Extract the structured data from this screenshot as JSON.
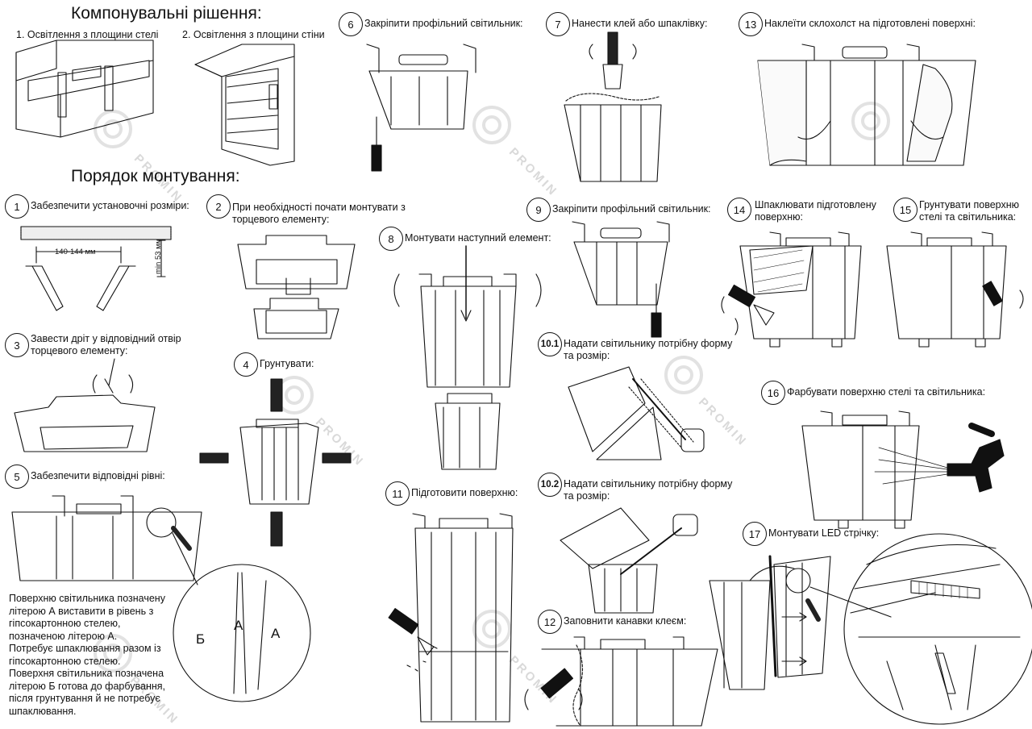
{
  "headings": {
    "layout": "Компонувальні рішення:",
    "order": "Порядок монтування:"
  },
  "layout_options": [
    "1. Освітлення з площини стелі",
    "2. Освітлення з площини стіни"
  ],
  "steps": [
    {
      "n": "1",
      "text": "Забезпечити установочні розміри:"
    },
    {
      "n": "2",
      "text": "При необхідності почати монтувати з",
      "text2": "торцевого елементу:"
    },
    {
      "n": "3",
      "text": "Завести дріт у відповідний отвір",
      "text2": "торцевого елементу:"
    },
    {
      "n": "4",
      "text": "Грунтувати:"
    },
    {
      "n": "5",
      "text": "Забезпечити відповідні рівні:"
    },
    {
      "n": "6",
      "text": "Закріпити профільний світильник:"
    },
    {
      "n": "7",
      "text": "Нанести клей або шпаклівку:"
    },
    {
      "n": "8",
      "text": "Монтувати наступний елемент:"
    },
    {
      "n": "9",
      "text": "Закріпити профільний світильник:"
    },
    {
      "n": "10.1",
      "text": "Надати світильнику потрібну форму",
      "text2": "та розмір:"
    },
    {
      "n": "10.2",
      "text": "Надати світильнику потрібну форму",
      "text2": "та розмір:"
    },
    {
      "n": "11",
      "text": "Підготовити поверхню:"
    },
    {
      "n": "12",
      "text": "Заповнити канавки клеєм:"
    },
    {
      "n": "13",
      "text": "Наклеїти склохолст на підготовлені поверхні:"
    },
    {
      "n": "14",
      "text": "Шпаклювати підготовлену",
      "text2": "поверхню:"
    },
    {
      "n": "15",
      "text": "Грунтувати поверхню",
      "text2": "стелі та світильника:"
    },
    {
      "n": "16",
      "text": "Фарбувати поверхню стелі та світильника:"
    },
    {
      "n": "17",
      "text": "Монтувати LED стрічку:"
    }
  ],
  "dimensions": {
    "width": "140-144 мм",
    "height": "min 53 мм"
  },
  "letters": {
    "b": "Б",
    "a1": "А",
    "a2": "А"
  },
  "note": [
    "Поверхню світильника позначену",
    "літерою А виставити в рівень з",
    "гіпсокартонною стелею,",
    "позначеною літерою А.",
    "Потребує шпаклювання разом із",
    "гіпсокартонною стелею.",
    "Поверхня світильника позначена",
    "літерою Б готова до фарбування,",
    "після грунтування й не потребує",
    "шпаклювання."
  ],
  "watermark": "PROMIN"
}
